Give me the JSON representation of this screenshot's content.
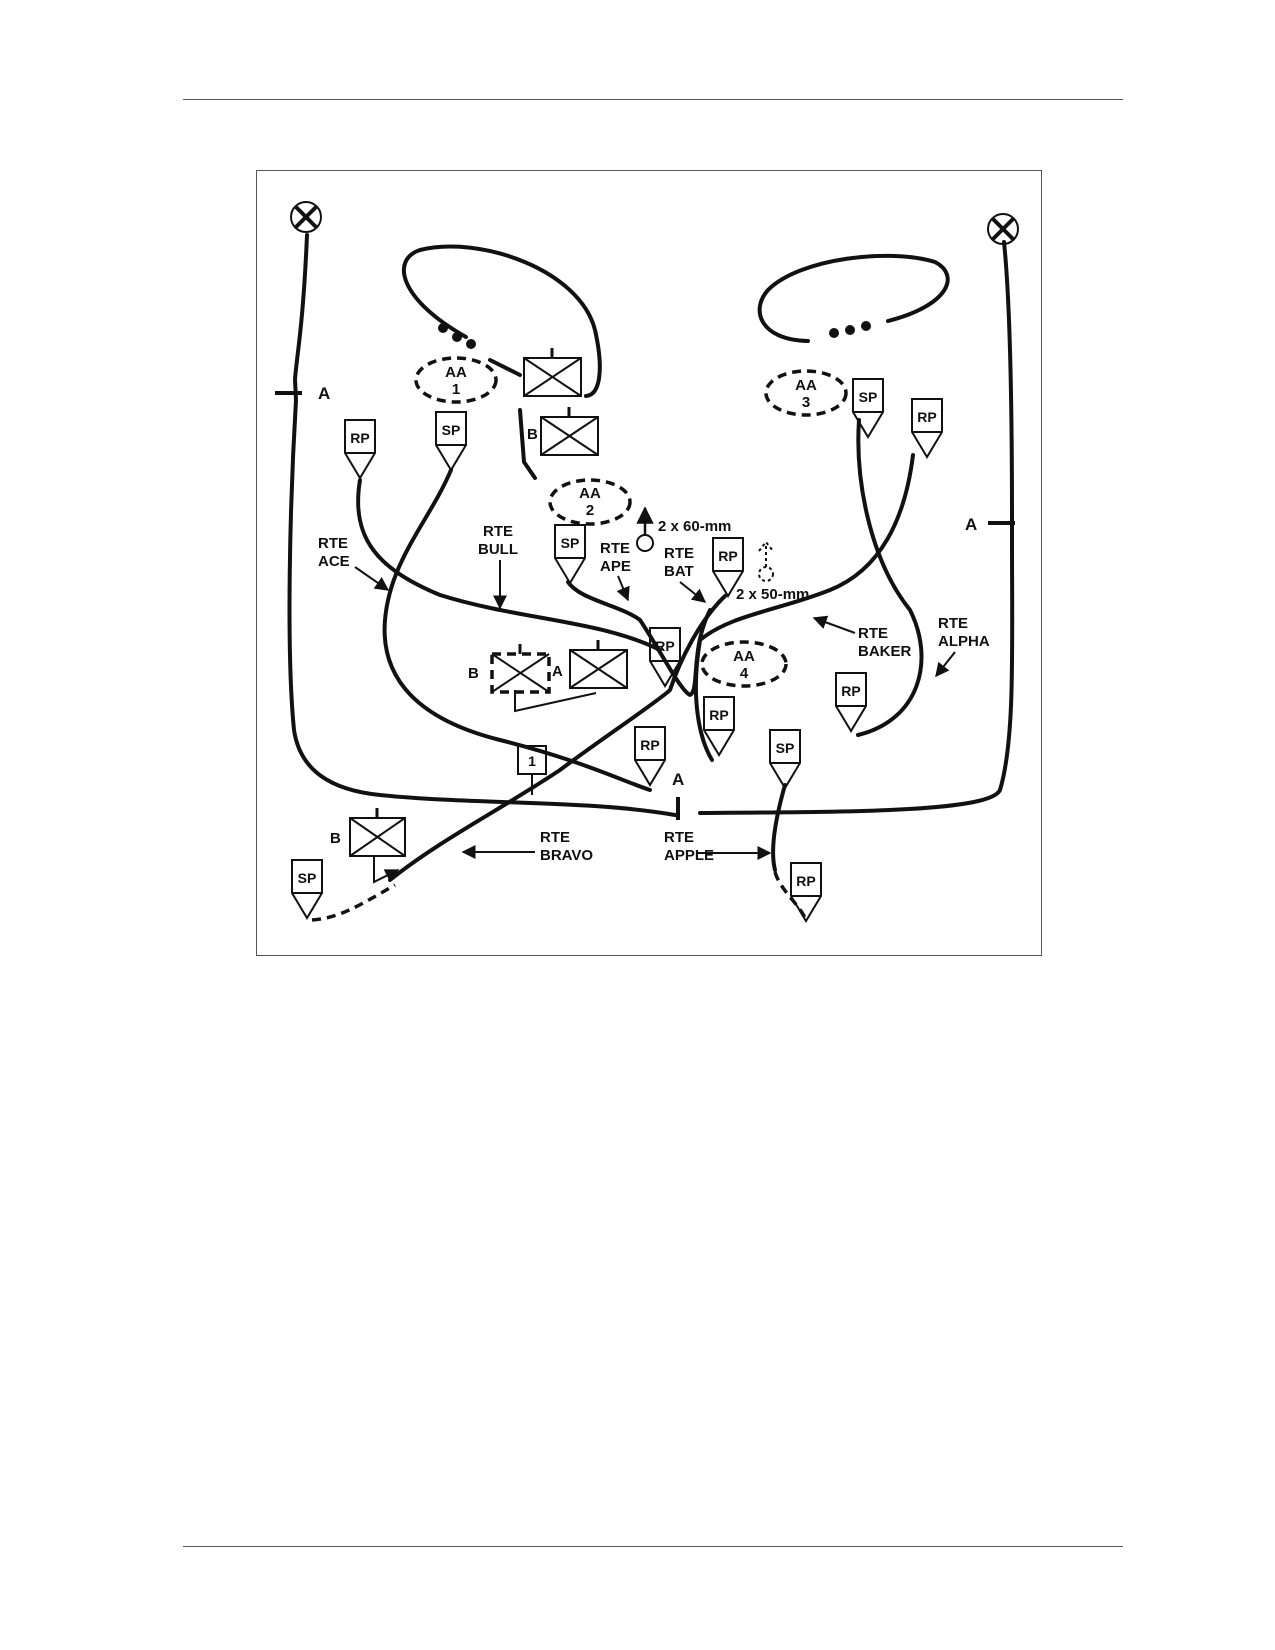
{
  "markers": {
    "A": "A",
    "B": "B",
    "one": "1"
  },
  "points": {
    "sp": "SP",
    "rp": "RP"
  },
  "assembly_areas": [
    {
      "line1": "AA",
      "line2": "1"
    },
    {
      "line1": "AA",
      "line2": "2"
    },
    {
      "line1": "AA",
      "line2": "3"
    },
    {
      "line1": "AA",
      "line2": "4"
    }
  ],
  "weapons": {
    "mortar_60": "2 x 60-mm",
    "mortar_50": "2 x 50-mm"
  },
  "routes": {
    "ace": {
      "line1": "RTE",
      "line2": "ACE"
    },
    "bull": {
      "line1": "RTE",
      "line2": "BULL"
    },
    "ape": {
      "line1": "RTE",
      "line2": "APE"
    },
    "bat": {
      "line1": "RTE",
      "line2": "BAT"
    },
    "baker": {
      "line1": "RTE",
      "line2": "BAKER"
    },
    "alpha": {
      "line1": "RTE",
      "line2": "ALPHA"
    },
    "bravo": {
      "line1": "RTE",
      "line2": "BRAVO"
    },
    "apple": {
      "line1": "RTE",
      "line2": "APPLE"
    }
  },
  "icons": {
    "checkpoint": "circle-x-icon",
    "unit": "boxed-x-icon",
    "point": "pennant-icon",
    "mortar": "arrow-circle-icon"
  },
  "colors": {
    "ink": "#111111",
    "rule": "#555555",
    "background": "#ffffff"
  }
}
